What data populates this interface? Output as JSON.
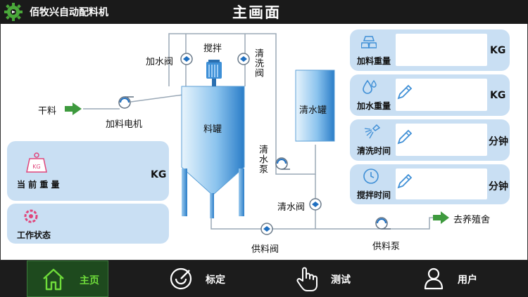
{
  "header": {
    "company": "佰牧兴自动配料机",
    "title": "主画面"
  },
  "diagram": {
    "dry_feed": "干料",
    "feed_motor": "加料电机",
    "water_valve": "加水阀",
    "stirrer": "搅拌",
    "wash_valve": "清洗阀",
    "tank": "料罐",
    "clean_tank": "清水罐",
    "clean_pump": "清水泵",
    "clean_valve": "清水阀",
    "supply_valve": "供料阀",
    "supply_pump": "供料泵",
    "destination": "去养殖舍"
  },
  "left_panels": {
    "current_weight": {
      "label": "当 前 重 量",
      "unit": "KG",
      "icon": "kg-weight-icon"
    },
    "work_status": {
      "label": "工作状态",
      "icon": "status-ring-icon"
    }
  },
  "right_panels": [
    {
      "label": "加料重量",
      "unit": "KG",
      "icon": "gold-bars-icon"
    },
    {
      "label": "加水重量",
      "unit": "KG",
      "icon": "water-drops-icon"
    },
    {
      "label": "清洗时间",
      "unit": "分钟",
      "icon": "sprinkler-icon"
    },
    {
      "label": "搅拌时间",
      "unit": "分钟",
      "icon": "clock-icon"
    }
  ],
  "nav": [
    {
      "label": "主页",
      "icon": "home-icon",
      "active": true
    },
    {
      "label": "标定",
      "icon": "calibrate-icon",
      "active": false
    },
    {
      "label": "测试",
      "icon": "hand-pointer-icon",
      "active": false
    },
    {
      "label": "用户",
      "icon": "user-icon",
      "active": false
    }
  ],
  "colors": {
    "panel": "#c9dff3",
    "active_nav": "#6fdc3a",
    "arrow": "#3e9a3e",
    "pipe": "#9aa8b6",
    "tank_blue": "#3d8fd6"
  }
}
